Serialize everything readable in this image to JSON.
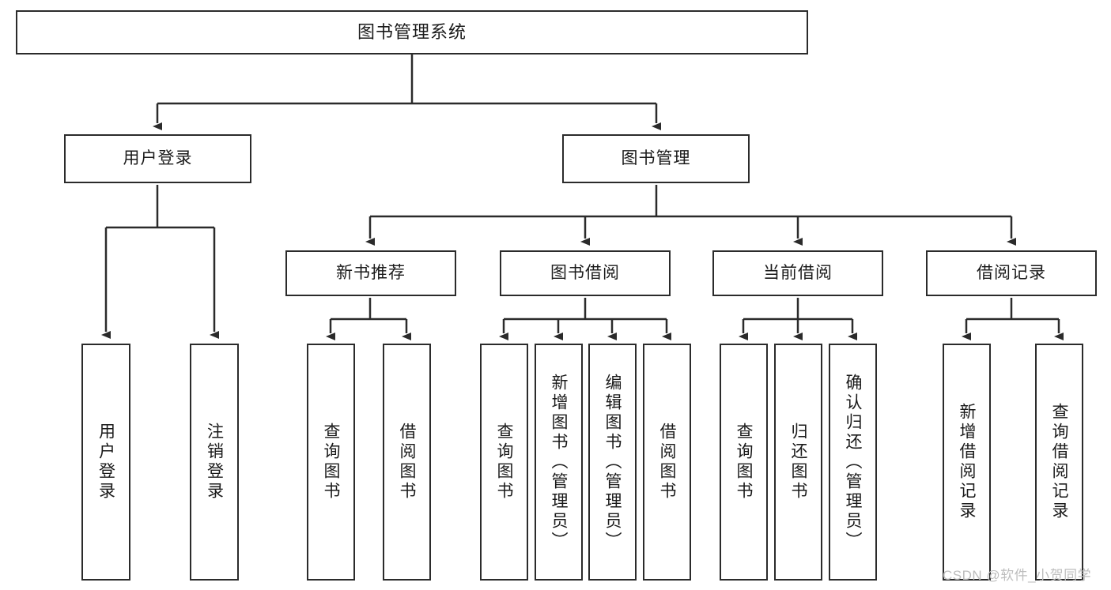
{
  "diagram": {
    "type": "tree",
    "title": "图书管理系统",
    "watermark": "CSDN @软件_小贺同学",
    "colors": {
      "box_border": "#2b2b2b",
      "box_fill": "#ffffff",
      "connector": "#2b2b2b",
      "text": "#1a1a1a",
      "watermark": "#bdbdbd",
      "background": "#ffffff"
    },
    "nodes": {
      "root": {
        "label": "图书管理系统"
      },
      "level2": [
        {
          "label": "用户登录"
        },
        {
          "label": "图书管理"
        }
      ],
      "level3": [
        {
          "label": "新书推荐"
        },
        {
          "label": "图书借阅"
        },
        {
          "label": "当前借阅"
        },
        {
          "label": "借阅记录"
        }
      ],
      "leaves": {
        "user_login": [
          {
            "label": "用户登录"
          },
          {
            "label": "注销登录"
          }
        ],
        "new_book_recommend": [
          {
            "label": "查询图书"
          },
          {
            "label": "借阅图书"
          }
        ],
        "book_borrow": [
          {
            "label": "查询图书"
          },
          {
            "label": "新增图书（管理员）"
          },
          {
            "label": "编辑图书（管理员）"
          },
          {
            "label": "借阅图书"
          }
        ],
        "current_borrow": [
          {
            "label": "查询图书"
          },
          {
            "label": "归还图书"
          },
          {
            "label": "确认归还（管理员）"
          }
        ],
        "borrow_record": [
          {
            "label": "新增借阅记录"
          },
          {
            "label": "查询借阅记录"
          }
        ]
      }
    }
  }
}
